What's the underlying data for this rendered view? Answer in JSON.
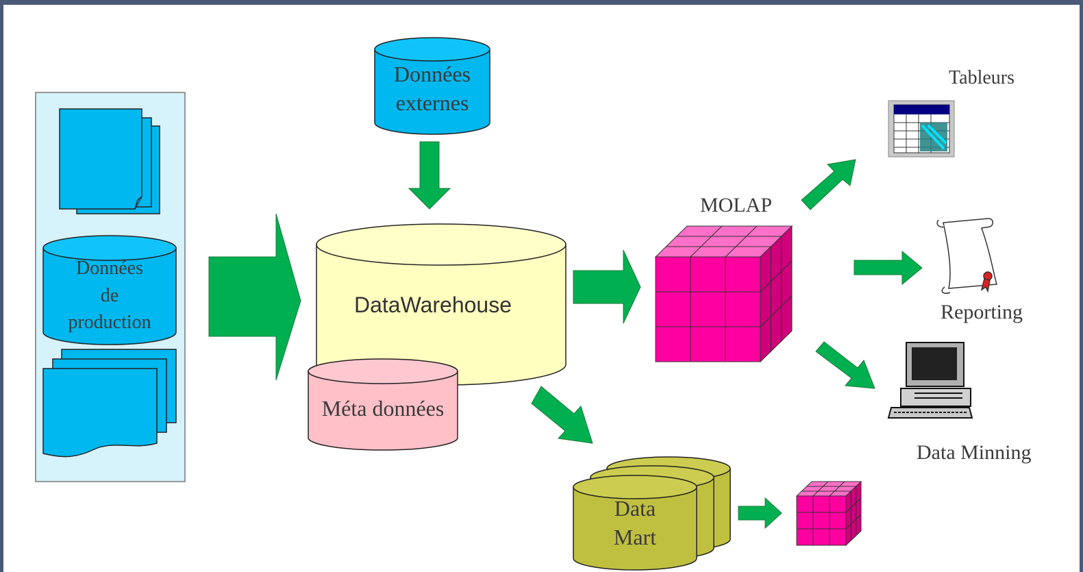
{
  "diagram": {
    "production": {
      "label_lines": [
        "Données",
        "de",
        "production"
      ]
    },
    "external": {
      "label_lines": [
        "Données",
        "externes"
      ]
    },
    "warehouse": {
      "label": "DataWarehouse"
    },
    "metadata": {
      "label": "Méta données"
    },
    "molap": {
      "label": "MOLAP"
    },
    "datamart": {
      "label_lines": [
        "Data",
        "Mart"
      ]
    },
    "outputs": {
      "spreadsheets": "Tableurs",
      "reporting": "Reporting",
      "mining": "Data Minning"
    }
  },
  "colors": {
    "arrow": "#00b050",
    "doc_blue": "#00b8f0",
    "panel": "#d6f2fb",
    "warehouse": "#ffffc0",
    "metadata": "#ffc0c8",
    "datamart": "#c0c040",
    "cube_front": "#ff00a0",
    "cube_top": "#ff70c8",
    "cube_side": "#d0007c"
  }
}
